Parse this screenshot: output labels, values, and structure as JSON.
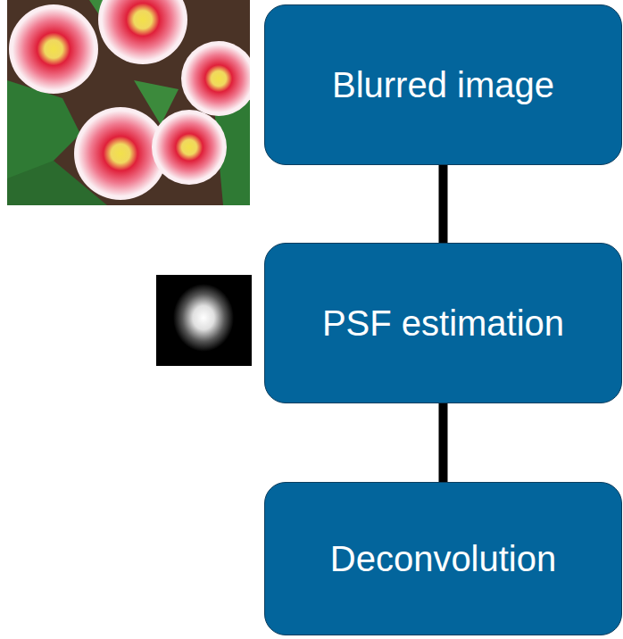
{
  "diagram": {
    "nodes": [
      {
        "text": [
          "Blurred image"
        ]
      },
      {
        "text": [
          "PSF estimation"
        ]
      },
      {
        "text": [
          "Deconvolution"
        ]
      }
    ],
    "edges": [
      {
        "from": 0,
        "to": 1,
        "arrow": "none"
      },
      {
        "from": 1,
        "to": 2,
        "arrow": "none"
      }
    ]
  }
}
